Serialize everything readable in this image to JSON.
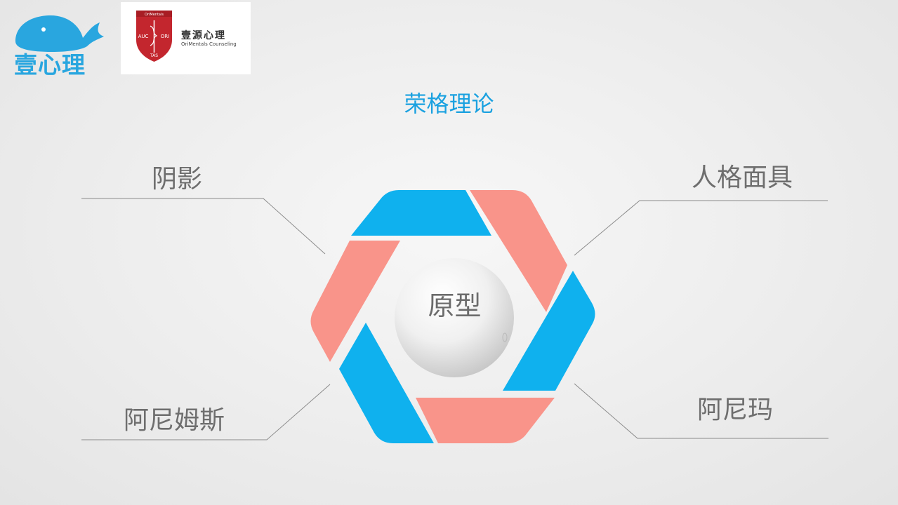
{
  "brand": {
    "name": "壹心理",
    "secondary_name": "壹源心理",
    "secondary_subtitle": "OriMentals Counseling",
    "shield_top": "OriMentals",
    "shield_left": "AUC",
    "shield_right": "ORI",
    "shield_bottom": "TAS"
  },
  "title": "荣格理论",
  "center": "原型",
  "labels": {
    "top_left": "阴影",
    "top_right": "人格面具",
    "bottom_left": "阿尼姆斯",
    "bottom_right": "阿尼玛"
  },
  "colors": {
    "blue": "#0fb1ee",
    "salmon": "#f9948a",
    "brand_blue": "#29a6df",
    "title": "#1aa1e0",
    "line": "#8a8a8a",
    "shield_red": "#c3262e"
  }
}
